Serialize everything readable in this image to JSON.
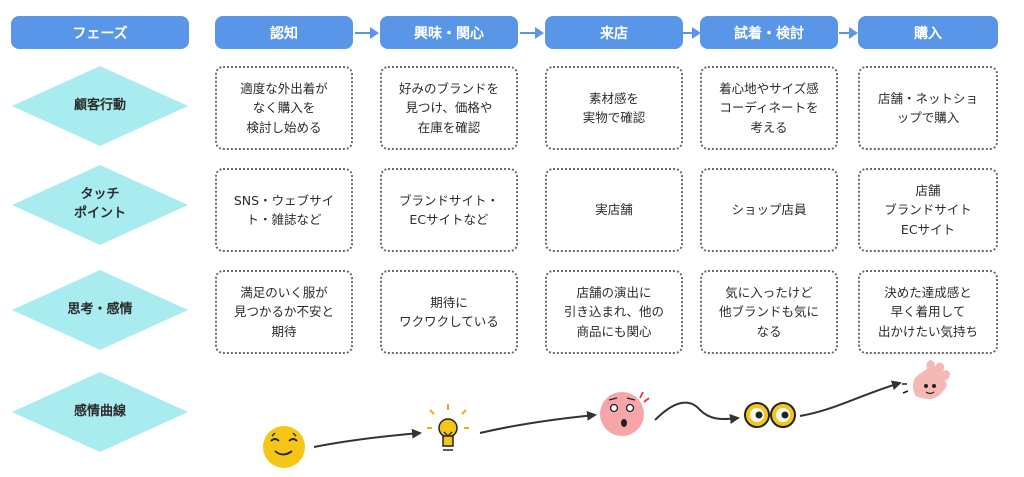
{
  "phase_label": "フェーズ",
  "phases": [
    "認知",
    "興味・関心",
    "来店",
    "試着・検討",
    "購入"
  ],
  "rows": [
    {
      "label": "顧客行動",
      "cells": [
        "適度な外出着が\nなく購入を\n検討し始める",
        "好みのブランドを\n見つけ、価格や\n在庫を確認",
        "素材感を\n実物で確認",
        "着心地やサイズ感\nコーディネートを\n考える",
        "店舗・ネットショ\nップで購入"
      ]
    },
    {
      "label": "タッチ\nポイント",
      "cells": [
        "SNS・ウェブサイ\nト・雑誌など",
        "ブランドサイト・\nECサイトなど",
        "実店舗",
        "ショップ店員",
        "店舗\nブランドサイト\nECサイト"
      ]
    },
    {
      "label": "思考・感情",
      "cells": [
        "満足のいく服が\n見つかるか不安と\n期待",
        "期待に\nワクワクしている",
        "店舗の演出に\n引き込まれ、他の\n商品にも関心",
        "気に入ったけど\n他ブランドも気に\nなる",
        "決めた達成感と\n早く着用して\n出かけたい気持ち"
      ]
    }
  ],
  "curve_label": "感情曲線",
  "emotions": [
    "content-face-icon",
    "lightbulb-idea-icon",
    "surprised-face-icon",
    "curious-eyes-icon",
    "ok-hand-icon"
  ],
  "colors": {
    "phase": "#5a96e8",
    "diamond": "#a8ecef",
    "arrow": "#333333",
    "emoji_yellow": "#f5c518",
    "emoji_pink": "#f6a6a8"
  }
}
